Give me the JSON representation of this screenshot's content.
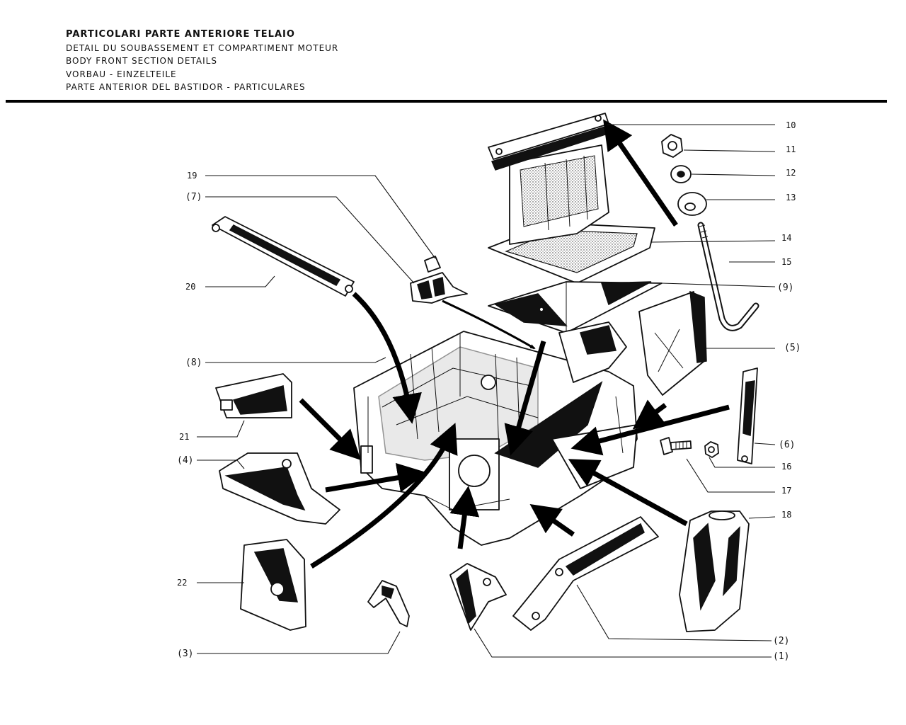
{
  "title": {
    "line1": "PARTICOLARI PARTE ANTERIORE TELAIO",
    "line2": "DETAIL DU SOUBASSEMENT ET COMPARTIMENT MOTEUR",
    "line3": "BODY FRONT SECTION DETAILS",
    "line4": "VORBAU - EINZELTEILE",
    "line5": "PARTE ANTERIOR DEL BASTIDOR - PARTICULARES"
  },
  "callouts": {
    "c10": "10",
    "c11": "11",
    "c12": "12",
    "c13": "13",
    "c14": "14",
    "c15": "15",
    "c9": "(9)",
    "c5": "(5)",
    "c6": "(6)",
    "c16": "16",
    "c17": "17",
    "c18": "18",
    "c2": "(2)",
    "c1": "(1)",
    "c19": "19",
    "c7": "(7)",
    "c20": "20",
    "c8": "(8)",
    "c21": "21",
    "c4": "(4)",
    "c22": "22",
    "c3": "(3)"
  }
}
